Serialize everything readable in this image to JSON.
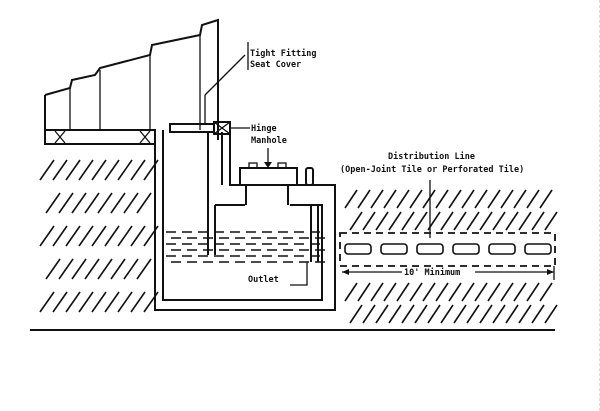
{
  "diagram": {
    "labels": {
      "seat_cover_line1": "Tight Fitting",
      "seat_cover_line2": "Seat Cover",
      "hinge": "Hinge",
      "manhole": "Manhole",
      "distribution_line": "Distribution Line",
      "distribution_line_note": "(Open-Joint Tile or Perforated Tile)",
      "outlet": "Outlet",
      "minimum_distance": "10' Minimum"
    }
  }
}
